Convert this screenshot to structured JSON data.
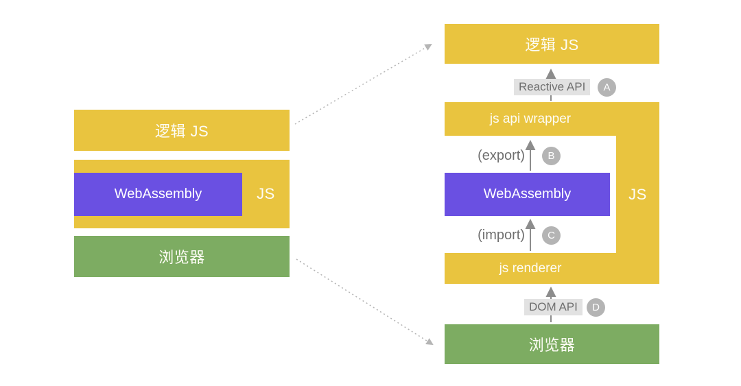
{
  "colors": {
    "yellow": "#E9C43F",
    "purple": "#6A50E2",
    "green": "#7DAC62",
    "arrow_gray": "#8C8C8C",
    "dotted_gray": "#B5B5B5",
    "label_bg": "#E2E2E2",
    "label_text": "#6F6F6F",
    "badge_bg": "#B4B4B4"
  },
  "left_stack": {
    "logic_js_label": "逻辑 JS",
    "webassembly_label": "WebAssembly",
    "js_label": "JS",
    "browser_label": "浏览器"
  },
  "right_stack": {
    "logic_js_label": "逻辑 JS",
    "reactive_api_label": "Reactive API",
    "badge_a": "A",
    "js_api_wrapper_label": "js api wrapper",
    "export_label": "(export)",
    "badge_b": "B",
    "webassembly_label": "WebAssembly",
    "js_label": "JS",
    "import_label": "(import)",
    "badge_c": "C",
    "js_renderer_label": "js renderer",
    "dom_api_label": "DOM API",
    "badge_d": "D",
    "browser_label": "浏览器"
  }
}
